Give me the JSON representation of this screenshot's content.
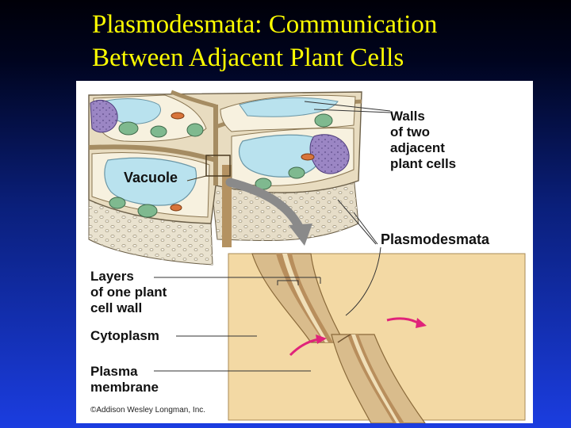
{
  "slide": {
    "title_line1": "Plasmodesmata:  Communication",
    "title_line2": "Between Adjacent Plant Cells",
    "title_color": "#ffff00",
    "background_color": "#1b3de0"
  },
  "figure": {
    "labels": {
      "walls_line1": "Walls",
      "walls_line2": "of two",
      "walls_line3": "adjacent",
      "walls_line4": "plant cells",
      "vacuole": "Vacuole",
      "plasmodesmata": "Plasmodesmata",
      "layers_line1": "Layers",
      "layers_line2": "of one plant",
      "layers_line3": "cell wall",
      "cytoplasm": "Cytoplasm",
      "plasma_line1": "Plasma",
      "plasma_line2": "membrane"
    },
    "credit": "©Addison Wesley Longman, Inc.",
    "colors": {
      "vacuole": "#b9e2ee",
      "nucleus": "#9b86c4",
      "chloroplast": "#7fb98f",
      "mitochondrion": "#d8743a",
      "cell_wall": "#e8dcc0",
      "wall_layer": "#c9a67a",
      "flow_arrow": "#e0237a",
      "zoom_arrow": "#8a8a8a"
    }
  }
}
